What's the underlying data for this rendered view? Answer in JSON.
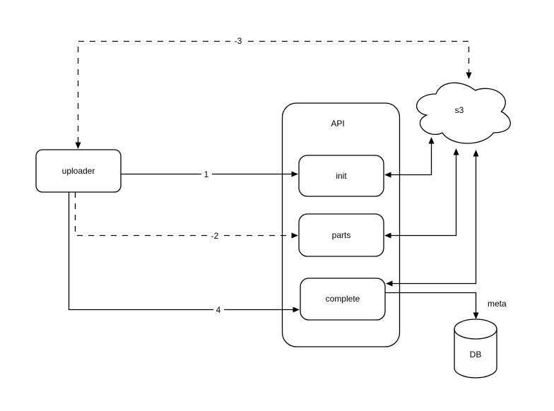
{
  "diagram": {
    "nodes": {
      "uploader": {
        "label": "uploader"
      },
      "api": {
        "label": "API"
      },
      "init": {
        "label": "init"
      },
      "parts": {
        "label": "parts"
      },
      "complete": {
        "label": "complete"
      },
      "s3": {
        "label": "s3"
      },
      "db": {
        "label": "DB"
      }
    },
    "edges": {
      "e1": {
        "label": "1",
        "from": "uploader",
        "to": "init",
        "style": "solid"
      },
      "e2": {
        "label": "-2",
        "from": "uploader",
        "to": "parts",
        "style": "dashed"
      },
      "e3": {
        "label": "-3",
        "from": "uploader",
        "to": "s3",
        "style": "dashed",
        "bidirectional": true
      },
      "e4": {
        "label": "4",
        "from": "uploader",
        "to": "complete",
        "style": "solid"
      },
      "init_s3": {
        "from": "init",
        "to": "s3",
        "style": "solid",
        "bidirectional": true
      },
      "parts_s3": {
        "from": "parts",
        "to": "s3",
        "style": "solid",
        "bidirectional": true
      },
      "complete_s3": {
        "from": "complete",
        "to": "s3",
        "style": "solid",
        "bidirectional": true
      },
      "meta": {
        "label": "meta",
        "from": "complete",
        "to": "db",
        "style": "solid"
      }
    },
    "colors": {
      "stroke": "#000000",
      "fill": "#ffffff",
      "background": "#ffffff"
    }
  }
}
